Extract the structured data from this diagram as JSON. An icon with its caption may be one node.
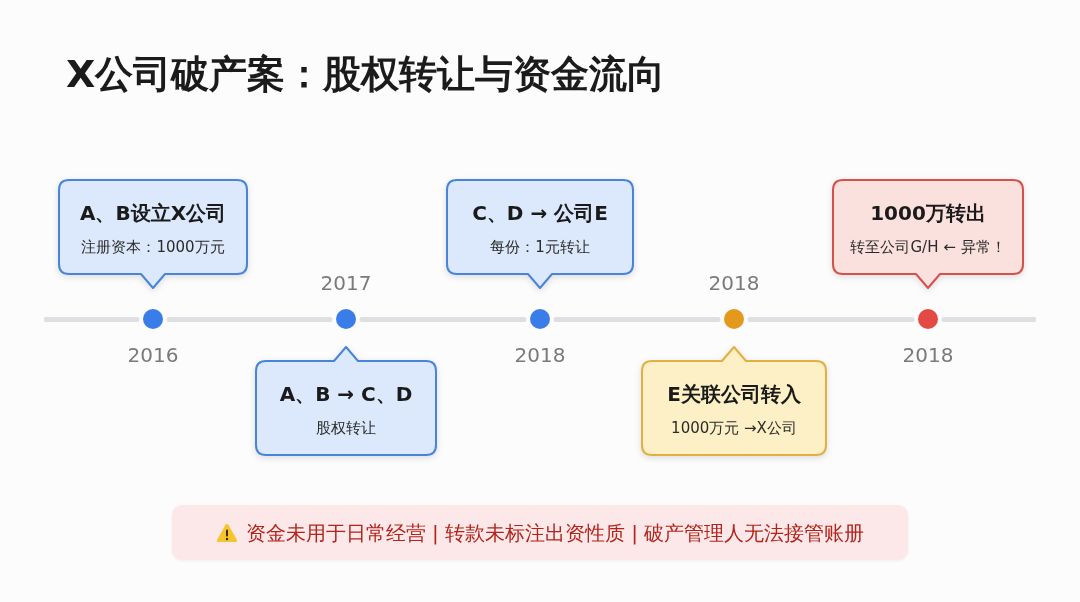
{
  "diagram": {
    "title": "X公司破产案：股权转让与资金流向",
    "nodes": [
      {
        "text": [
          "A、B设立X公司",
          "注册资本：1000万元"
        ],
        "beside": [
          "2016"
        ]
      },
      {
        "text": [
          "A、B → C、D",
          "股权转让"
        ],
        "beside": [
          "2017"
        ]
      },
      {
        "text": [
          "C、D → 公司E",
          "每份：1元转让"
        ],
        "beside": [
          "2018"
        ]
      },
      {
        "text": [
          "E关联公司转入",
          "1000万元 →X公司"
        ],
        "beside": [
          "2018"
        ]
      },
      {
        "text": [
          "1000万转出",
          "转至公司G/H ← 异常！"
        ],
        "beside": [
          "2018"
        ]
      },
      {
        "text": [
          "资金未用于日常经营 | 转款未标注出资性质 | 破产管理人无法接管账册"
        ]
      }
    ]
  }
}
